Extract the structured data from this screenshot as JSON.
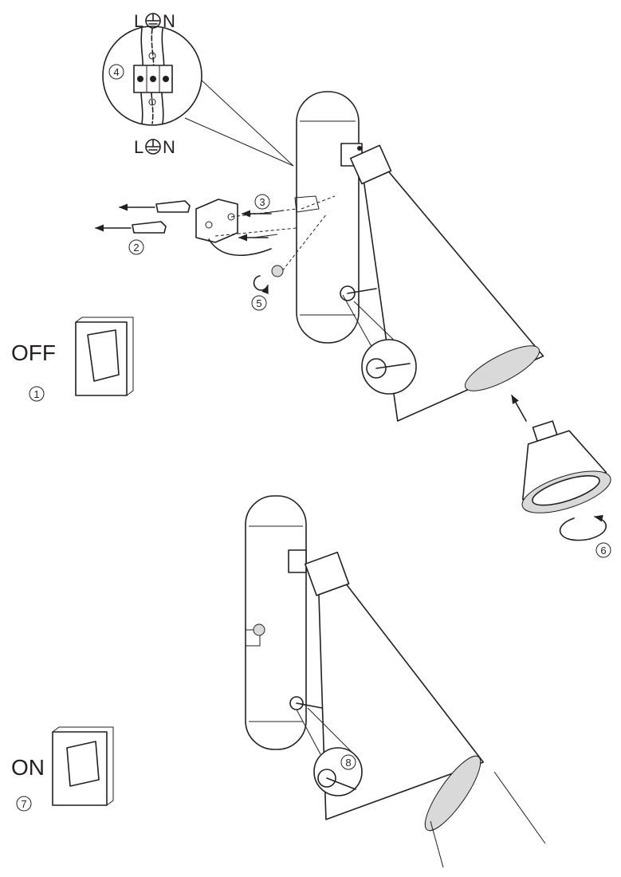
{
  "labels": {
    "off": "OFF",
    "on": "ON",
    "live": "L",
    "neutral": "N"
  },
  "steps": [
    "1",
    "2",
    "3",
    "4",
    "5",
    "6",
    "7",
    "8"
  ],
  "colors": {
    "line": "#231f20",
    "background": "#ffffff"
  },
  "icons": [
    "earth-ground-icon",
    "rocker-switch-icon",
    "wall-plug-icon",
    "screw-icon",
    "rotate-arrow-icon",
    "gu10-bulb-icon",
    "toggle-switch-icon"
  ]
}
